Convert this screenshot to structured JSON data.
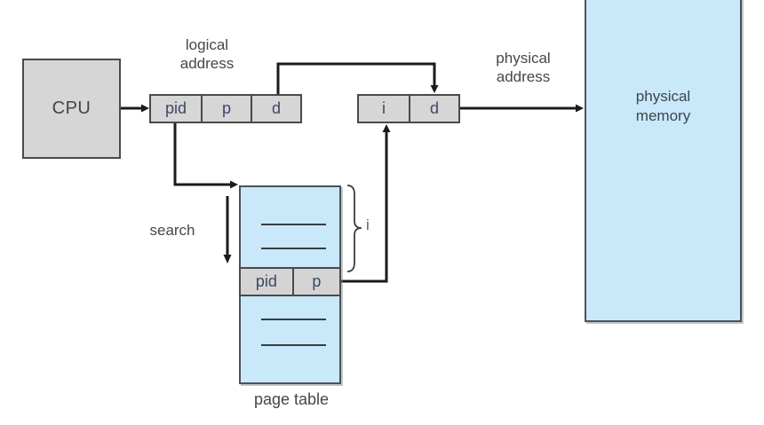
{
  "diagram_type": "inverted-page-table-address-translation",
  "labels": {
    "cpu": "CPU",
    "logical_address": "logical\naddress",
    "physical_address": "physical\naddress",
    "physical_memory": "physical\nmemory",
    "page_table": "page table",
    "search": "search",
    "brace_index": "i"
  },
  "logical_address_fields": [
    "pid",
    "p",
    "d"
  ],
  "physical_address_fields": [
    "i",
    "d"
  ],
  "page_table_match_row": [
    "pid",
    "p"
  ],
  "colors": {
    "box_gray_fill": "#d6d6d6",
    "box_blue_fill": "#c9e8fa",
    "box_border": "#4a4a4a",
    "arrow": "#1b1b1b",
    "label_text": "#45464b",
    "field_text": "#3c4963",
    "index_text": "#3f5f98"
  }
}
